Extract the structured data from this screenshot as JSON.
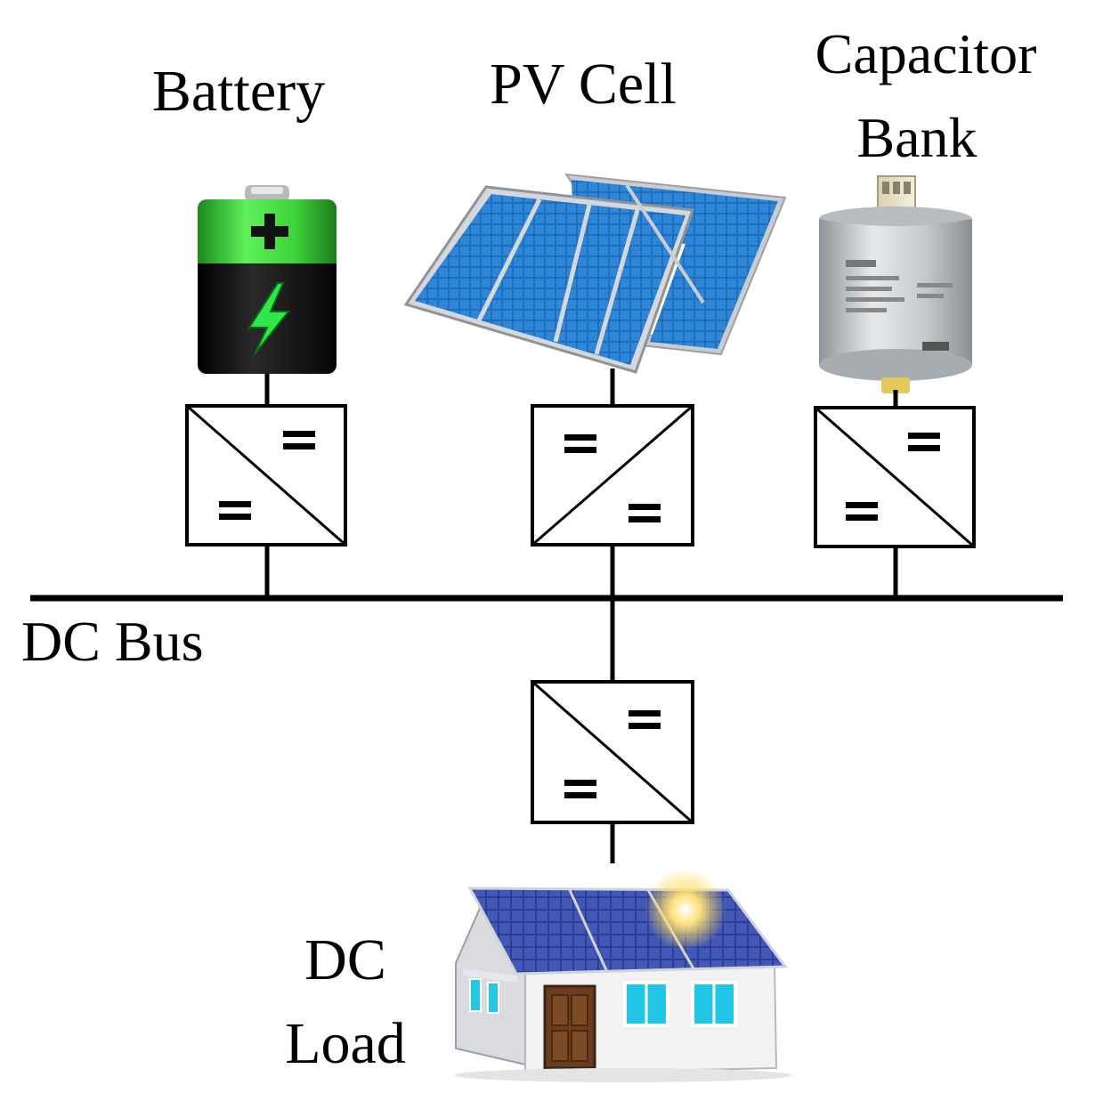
{
  "labels": {
    "battery": "Battery",
    "pv_cell": "PV Cell",
    "capacitor_line1": "Capacitor",
    "capacitor_line2": "Bank",
    "dc_bus": "DC Bus",
    "dc_load_line1": "DC",
    "dc_load_line2": "Load"
  },
  "icons": {
    "battery": "battery-icon",
    "solar_panel": "solar-panel-icon",
    "capacitor": "capacitor-icon",
    "house": "solar-house-icon",
    "converter": "dc-dc-converter-icon"
  },
  "colors": {
    "line": "#000000",
    "battery_green": "#3fd23a",
    "battery_dark": "#111111",
    "bolt_green": "#2ee84a",
    "panel_blue": "#1f6fbf",
    "panel_frame": "#c9cdd2",
    "capacitor_silver": "#c4c8cc",
    "roof_blue": "#3a4fa8",
    "house_wall": "#f2f2f2",
    "door_brown": "#6b3d1e",
    "window_cyan": "#22c6e6",
    "sun_glow": "#ffd84a"
  }
}
